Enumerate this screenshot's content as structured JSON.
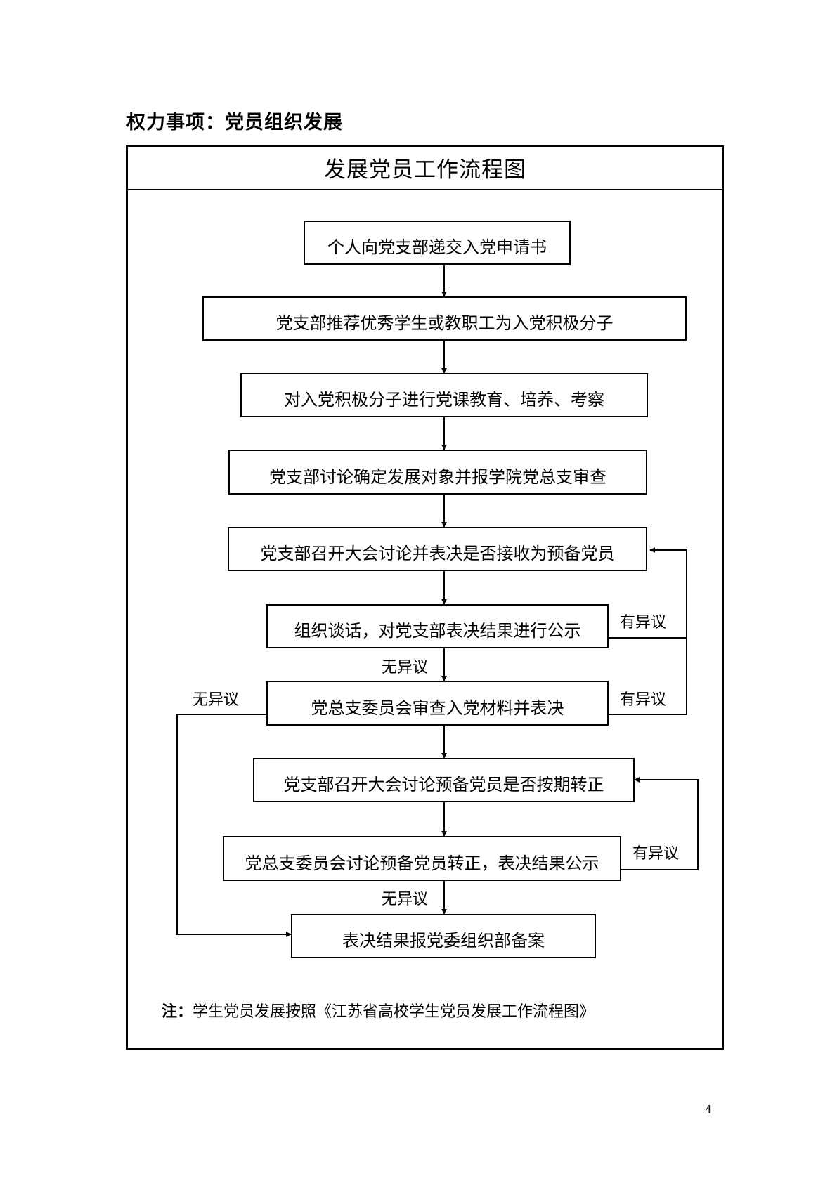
{
  "heading": "权力事项：党员组织发展",
  "title": "发展党员工作流程图",
  "steps": [
    "个人向党支部递交入党申请书",
    "党支部推荐优秀学生或教职工为入党积极分子",
    "对入党积极分子进行党课教育、培养、考察",
    "党支部讨论确定发展对象并报学院党总支审查",
    "党支部召开大会讨论并表决是否接收为预备党员",
    "组织谈话，对党支部表决结果进行公示",
    "党总支委员会审查入党材料并表决",
    "党支部召开大会讨论预备党员是否按期转正",
    "党总支委员会讨论预备党员转正，表决结果公示",
    "表决结果报党委组织部备案"
  ],
  "labels": {
    "objection": "有异议",
    "no_objection": "无异议"
  },
  "note": {
    "prefix": "注：",
    "text": "学生党员发展按照《江苏省高校学生党员发展工作流程图》"
  },
  "page_number": "4"
}
